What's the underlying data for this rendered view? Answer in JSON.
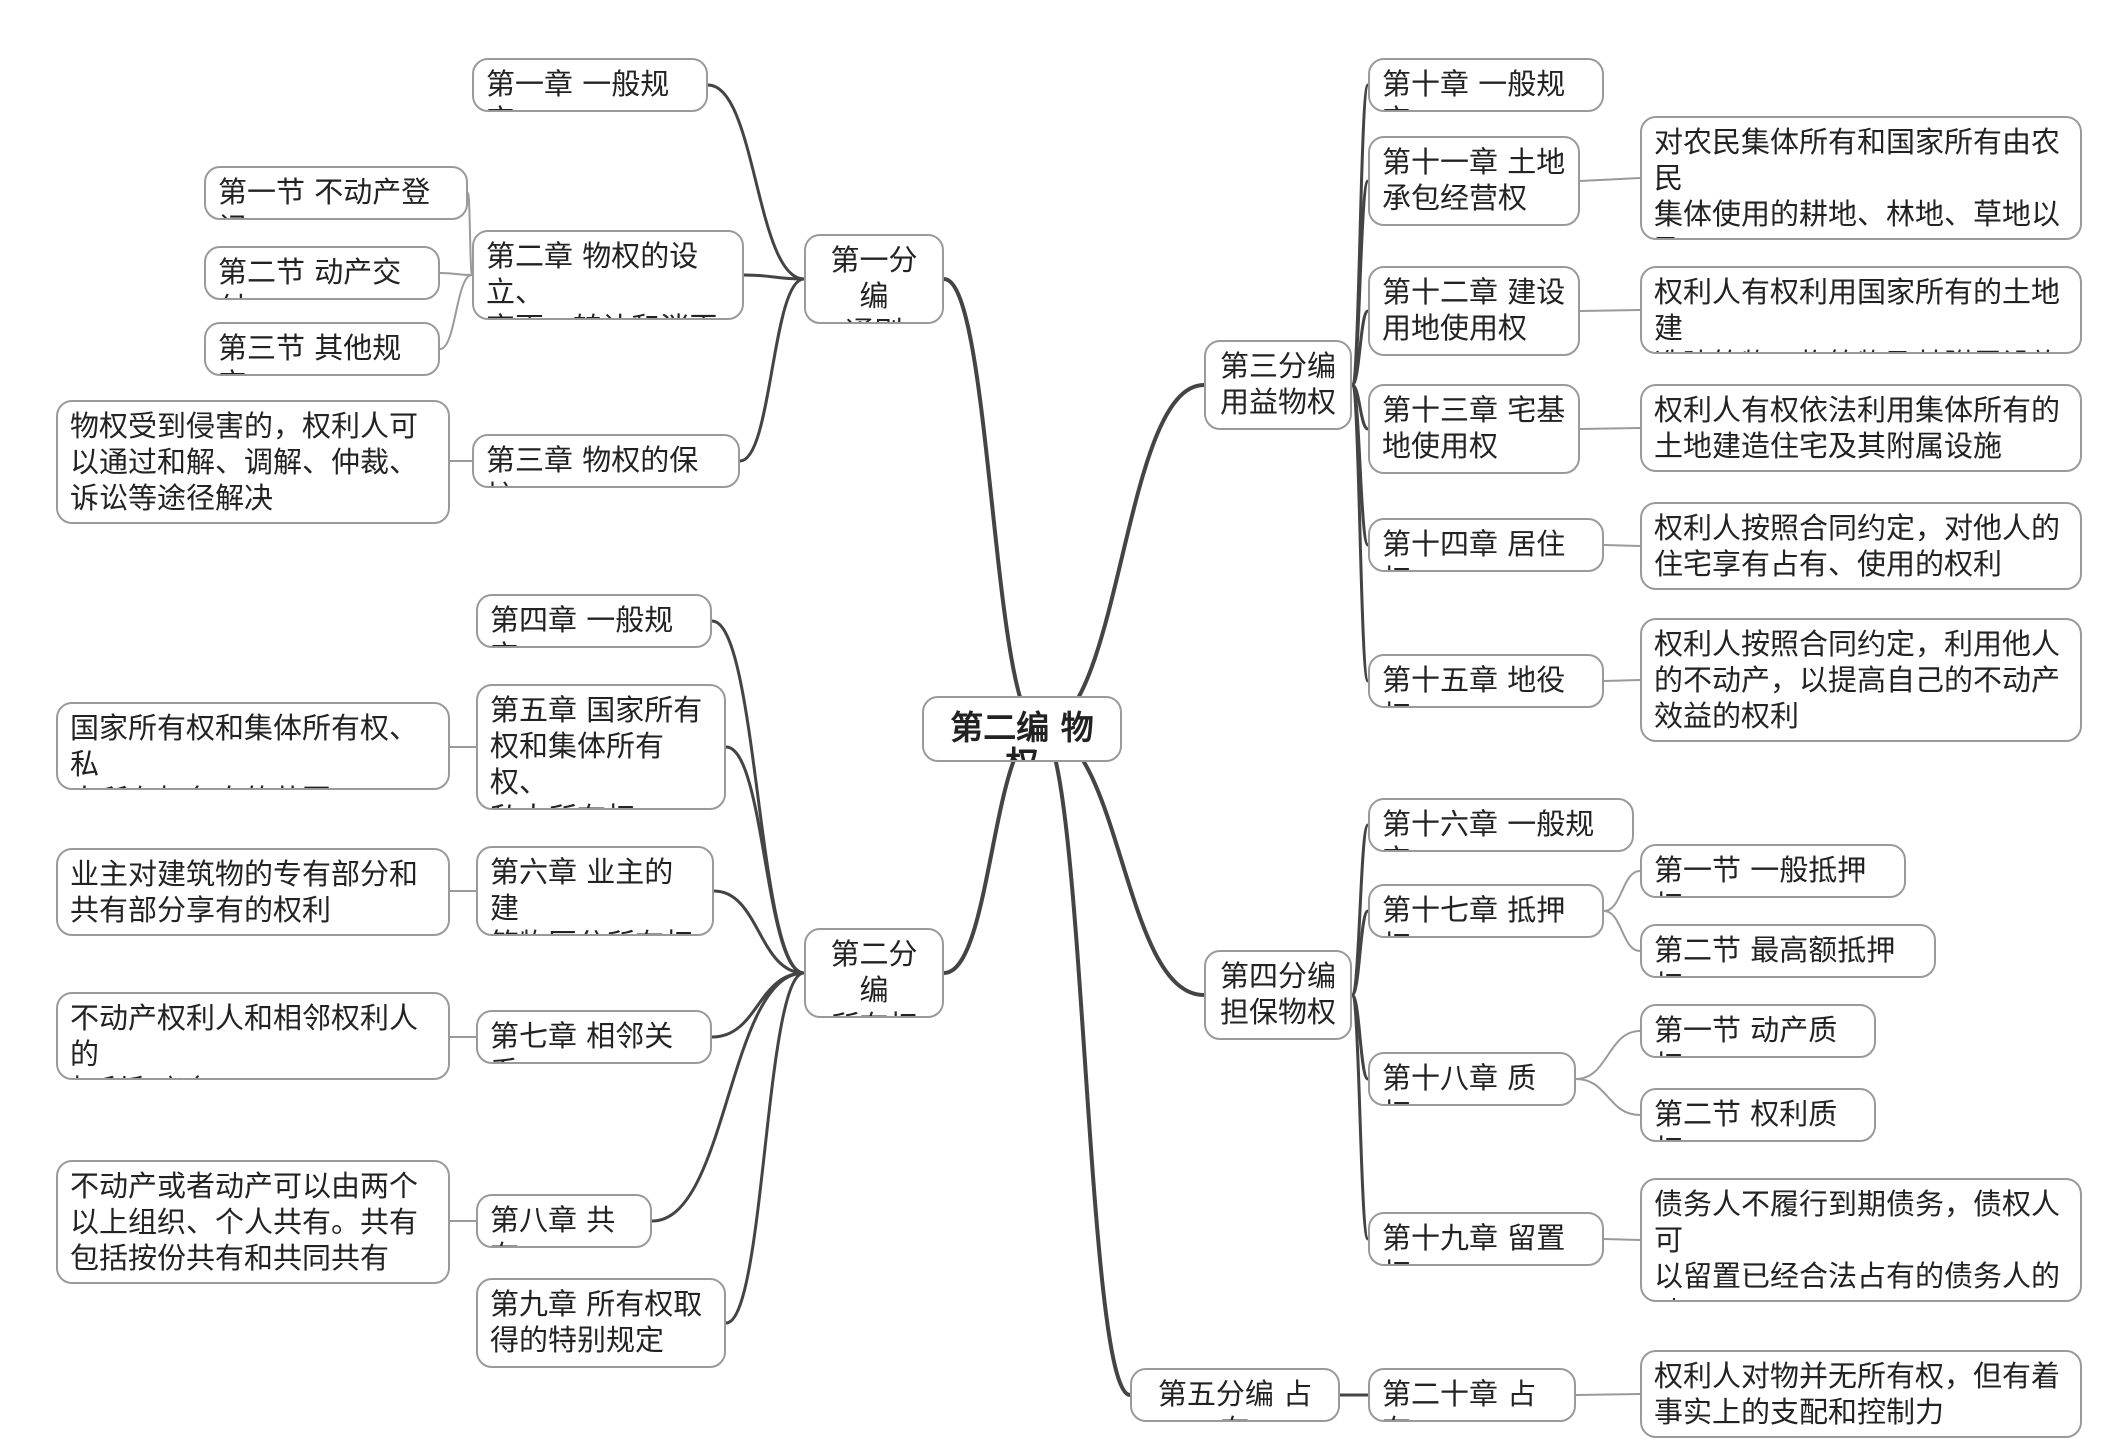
{
  "root": "第二编 物权",
  "colors": {
    "line": "#444444",
    "thin_line": "#9a9a9a",
    "border": "#9a9a9a",
    "text": "#222222",
    "background": "#ffffff"
  },
  "parts": [
    {
      "id": "p1",
      "label": "第一分编\n通则"
    },
    {
      "id": "p2",
      "label": "第二分编\n所有权"
    },
    {
      "id": "p3",
      "label": "第三分编\n用益物权"
    },
    {
      "id": "p4",
      "label": "第四分编\n担保物权"
    },
    {
      "id": "p5",
      "label": "第五分编 占有"
    }
  ],
  "chapters": {
    "c1": "第一章 一般规定",
    "c2": "第二章 物权的设立、\n变更、转让和消灭",
    "c3": "第三章 物权的保护",
    "c4": "第四章 一般规定",
    "c5": "第五章 国家所有\n权和集体所有权、\n私人所有权",
    "c6": "第六章 业主的建\n筑物区分所有权",
    "c7": "第七章 相邻关系",
    "c8": "第八章 共有",
    "c9": "第九章 所有权取\n得的特别规定",
    "c10": "第十章 一般规定",
    "c11": "第十一章 土地\n承包经营权",
    "c12": "第十二章 建设\n用地使用权",
    "c13": "第十三章 宅基\n地使用权",
    "c14": "第十四章 居住权",
    "c15": "第十五章 地役权",
    "c16": "第十六章 一般规定",
    "c17": "第十七章 抵押权",
    "c18": "第十八章 质权",
    "c19": "第十九章 留置权",
    "c20": "第二十章 占有"
  },
  "sections": {
    "s2_1": "第一节 不动产登记",
    "s2_2": "第二节 动产交付",
    "s2_3": "第三节 其他规定",
    "s17_1": "第一节 一般抵押权",
    "s17_2": "第二节 最高额抵押权",
    "s18_1": "第一节 动产质权",
    "s18_2": "第二节 权利质权"
  },
  "notes": {
    "n3": "物权受到侵害的，权利人可\n以通过和解、调解、仲裁、\n诉讼等途径解决",
    "n5": "国家所有权和集体所有权、私\n人所有权各自的范围",
    "n6": "业主对建筑物的专有部分和\n共有部分享有的权利",
    "n7": "不动产权利人和相邻权利人的\n权利和义务",
    "n8": "不动产或者动产可以由两个\n以上组织、个人共有。共有\n包括按份共有和共同共有",
    "n11": "对农民集体所有和国家所有由农民\n集体使用的耕地、林地、草地以及\n其他用于农业的土地实行的制度",
    "n12": "权利人有权利用国家所有的土地建\n造建筑物、构筑物及其附属设施",
    "n13": "权利人有权依法利用集体所有的\n土地建造住宅及其附属设施",
    "n14": "权利人按照合同约定，对他人的\n住宅享有占有、使用的权利",
    "n15": "权利人按照合同约定，利用他人\n的不动产，以提高自己的不动产\n效益的权利",
    "n19": "债务人不履行到期债务，债权人可\n以留置已经合法占有的债务人的动\n产，并有权就该动产优先受偿",
    "n20": "权利人对物并无所有权，但有着\n事实上的支配和控制力"
  }
}
